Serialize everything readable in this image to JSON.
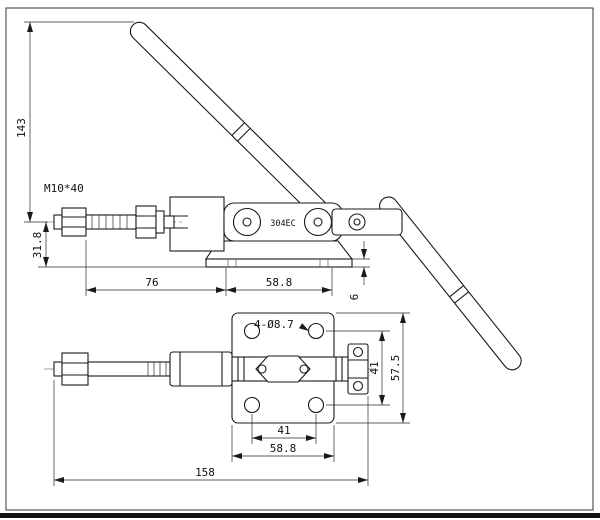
{
  "drawing": {
    "body_marking": "304EC",
    "side_view": {
      "overall_height": "143",
      "thread_spec": "M10*40",
      "rod_axis_height": "31.8",
      "length_left": "76",
      "length_right": "58.8",
      "flange_thickness": "6"
    },
    "plan_view": {
      "hole_callout": "4-Ø8.7",
      "hole_spacing_vertical": "41",
      "plate_height": "57.5",
      "hole_spacing_horizontal": "41",
      "plate_width": "58.8",
      "overall_length": "158"
    },
    "colors": {
      "line": "#1a1a1a",
      "background": "#ffffff"
    }
  }
}
